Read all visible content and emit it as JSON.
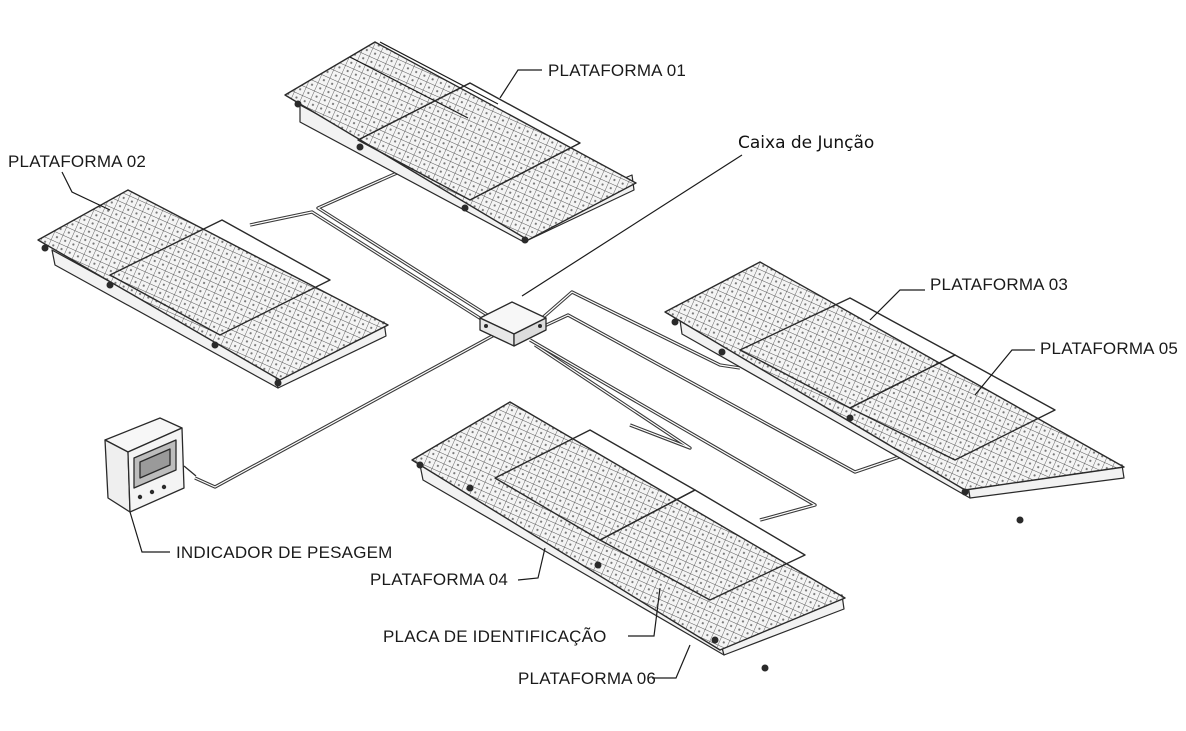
{
  "labels": {
    "plataforma_01": "PLATAFORMA 01",
    "plataforma_02": "PLATAFORMA 02",
    "plataforma_03": "PLATAFORMA 03",
    "plataforma_04": "PLATAFORMA 04",
    "plataforma_05": "PLATAFORMA 05",
    "plataforma_06": "PLATAFORMA 06",
    "caixa_juncao": "Caixa de Junção",
    "indicador": "INDICADOR DE PESAGEM",
    "placa": "PLACA  DE IDENTIFICAÇÃO"
  },
  "colors": {
    "line": "#2a2a2a",
    "deck_fill": "#eeeeee",
    "background": "#ffffff"
  },
  "icons": {
    "platform": "weighbridge-platform-icon",
    "junction_box": "junction-box-icon",
    "indicator": "weighing-indicator-icon"
  }
}
